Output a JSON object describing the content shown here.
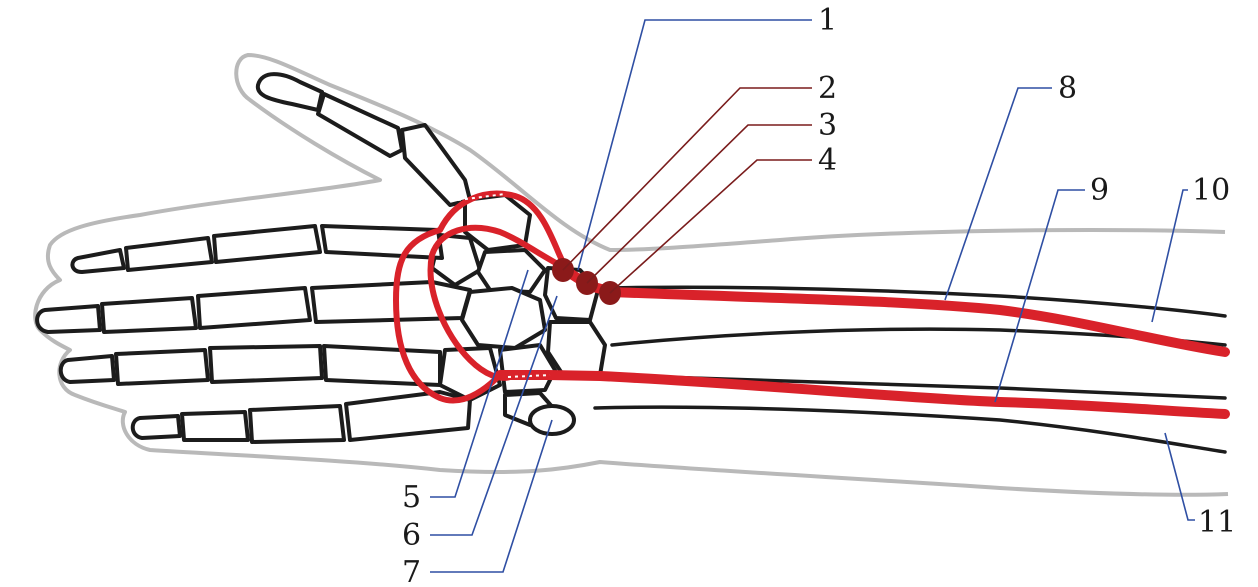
{
  "labels": {
    "l1": "1",
    "l2": "2",
    "l3": "3",
    "l4": "4",
    "l5": "5",
    "l6": "6",
    "l7": "7",
    "l8": "8",
    "l9": "9",
    "l10": "10",
    "l11": "11"
  },
  "colors": {
    "artery": "#d9222a",
    "node": "#8b1a1a",
    "leader_blue": "#2f4fa3",
    "leader_red": "#7a1c1c",
    "bone_stroke": "#1c1c1c",
    "skin_outline": "#b9b9b9"
  }
}
